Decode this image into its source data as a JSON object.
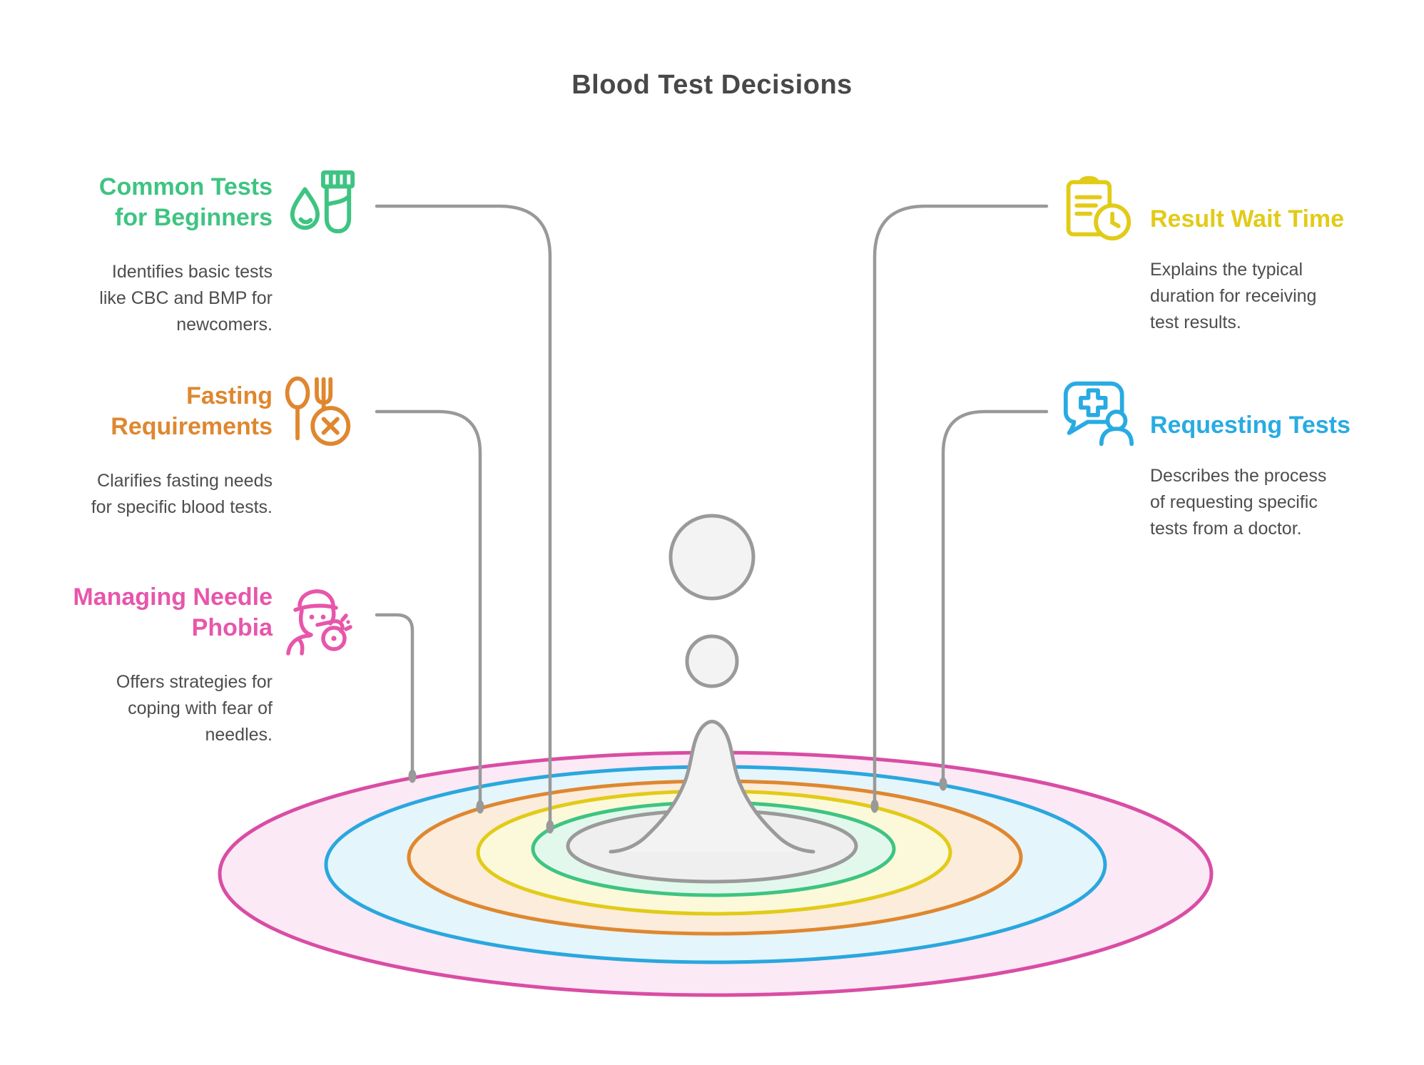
{
  "title": "Blood Test Decisions",
  "colors": {
    "title_text": "#484848",
    "body_text": "#4d4d4d",
    "connector": "#999999",
    "splash_fill": "#f3f3f3",
    "splash_stroke": "#9a9a9a"
  },
  "items": [
    {
      "id": "common-tests",
      "side": "left",
      "color": "#3ec482",
      "icon": "blood-drop-test-tube-icon",
      "heading_lines": [
        "Common Tests",
        "for Beginners"
      ],
      "description_lines": [
        "Identifies basic tests",
        "like CBC and BMP for",
        "newcomers."
      ]
    },
    {
      "id": "fasting-requirements",
      "side": "left",
      "color": "#df872f",
      "icon": "no-food-utensils-icon",
      "heading_lines": [
        "Fasting",
        "Requirements"
      ],
      "description_lines": [
        "Clarifies fasting needs",
        "for specific blood tests."
      ]
    },
    {
      "id": "managing-needle-phobia",
      "side": "left",
      "color": "#e756ab",
      "icon": "person-whistle-icon",
      "heading_lines": [
        "Managing Needle",
        "Phobia"
      ],
      "description_lines": [
        "Offers strategies for",
        "coping with fear of",
        "needles."
      ]
    },
    {
      "id": "result-wait-time",
      "side": "right",
      "color": "#e2cb18",
      "icon": "clipboard-clock-icon",
      "heading_lines": [
        "Result Wait Time"
      ],
      "description_lines": [
        "Explains the typical",
        "duration for receiving",
        "test results."
      ]
    },
    {
      "id": "requesting-tests",
      "side": "right",
      "color": "#29abe2",
      "icon": "chat-medical-person-icon",
      "heading_lines": [
        "Requesting Tests"
      ],
      "description_lines": [
        "Describes the process",
        "of requesting specific",
        "tests from a doctor."
      ]
    }
  ],
  "ripples": [
    {
      "name": "pink",
      "stroke": "#d94da4",
      "fill": "#fbe9f6"
    },
    {
      "name": "blue",
      "stroke": "#2aa7de",
      "fill": "#e4f5fc"
    },
    {
      "name": "orange",
      "stroke": "#df872f",
      "fill": "#fcecdb"
    },
    {
      "name": "yellow",
      "stroke": "#e2cb18",
      "fill": "#fcf9da"
    },
    {
      "name": "green",
      "stroke": "#3ec482",
      "fill": "#e3f8ec"
    },
    {
      "name": "center",
      "stroke": "#9a9a9a",
      "fill": "#efefef"
    }
  ]
}
